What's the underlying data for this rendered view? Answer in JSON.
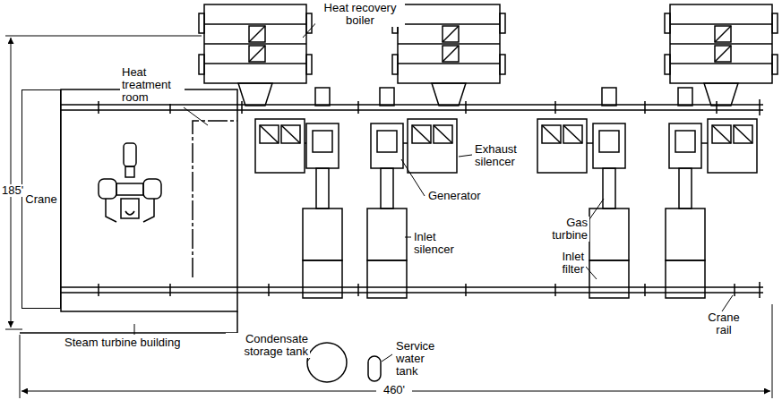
{
  "diagram": {
    "nodes": [
      {
        "text": [
          "Crane"
        ]
      }
    ],
    "labels": [
      "Heat recovery boiler",
      "Heat treatment room",
      "Exhaust silencer",
      "Generator",
      "Gas turbine",
      "Inlet silencer",
      "Inlet filter",
      "Crane rail",
      "Steam turbine building",
      "Condensate storage tank",
      "Service water tank",
      "185'",
      "460'"
    ]
  }
}
